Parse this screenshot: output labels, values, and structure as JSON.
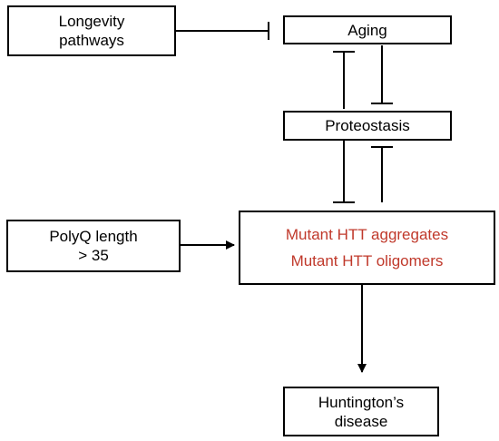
{
  "nodes": {
    "longevity": {
      "lines": [
        "Longevity",
        "pathways"
      ]
    },
    "aging": {
      "lines": [
        "Aging"
      ]
    },
    "proteostasis": {
      "lines": [
        "Proteostasis"
      ]
    },
    "polyq": {
      "lines": [
        "PolyQ length",
        "> 35"
      ]
    },
    "mutant_htt": {
      "lines": [
        "Mutant HTT aggregates",
        "Mutant HTT oligomers"
      ]
    },
    "huntington": {
      "lines": [
        "Huntington’s",
        "disease"
      ]
    }
  },
  "colors": {
    "line": "#000000",
    "mutant_text": "#c0392b"
  },
  "edges": [
    {
      "from": "longevity",
      "to": "aging",
      "type": "inhibition"
    },
    {
      "from": "aging",
      "to": "proteostasis",
      "type": "inhibition"
    },
    {
      "from": "proteostasis",
      "to": "aging",
      "type": "inhibition"
    },
    {
      "from": "proteostasis",
      "to": "mutant_htt",
      "type": "inhibition"
    },
    {
      "from": "mutant_htt",
      "to": "proteostasis",
      "type": "inhibition"
    },
    {
      "from": "polyq",
      "to": "mutant_htt",
      "type": "activation"
    },
    {
      "from": "mutant_htt",
      "to": "huntington",
      "type": "activation"
    }
  ]
}
